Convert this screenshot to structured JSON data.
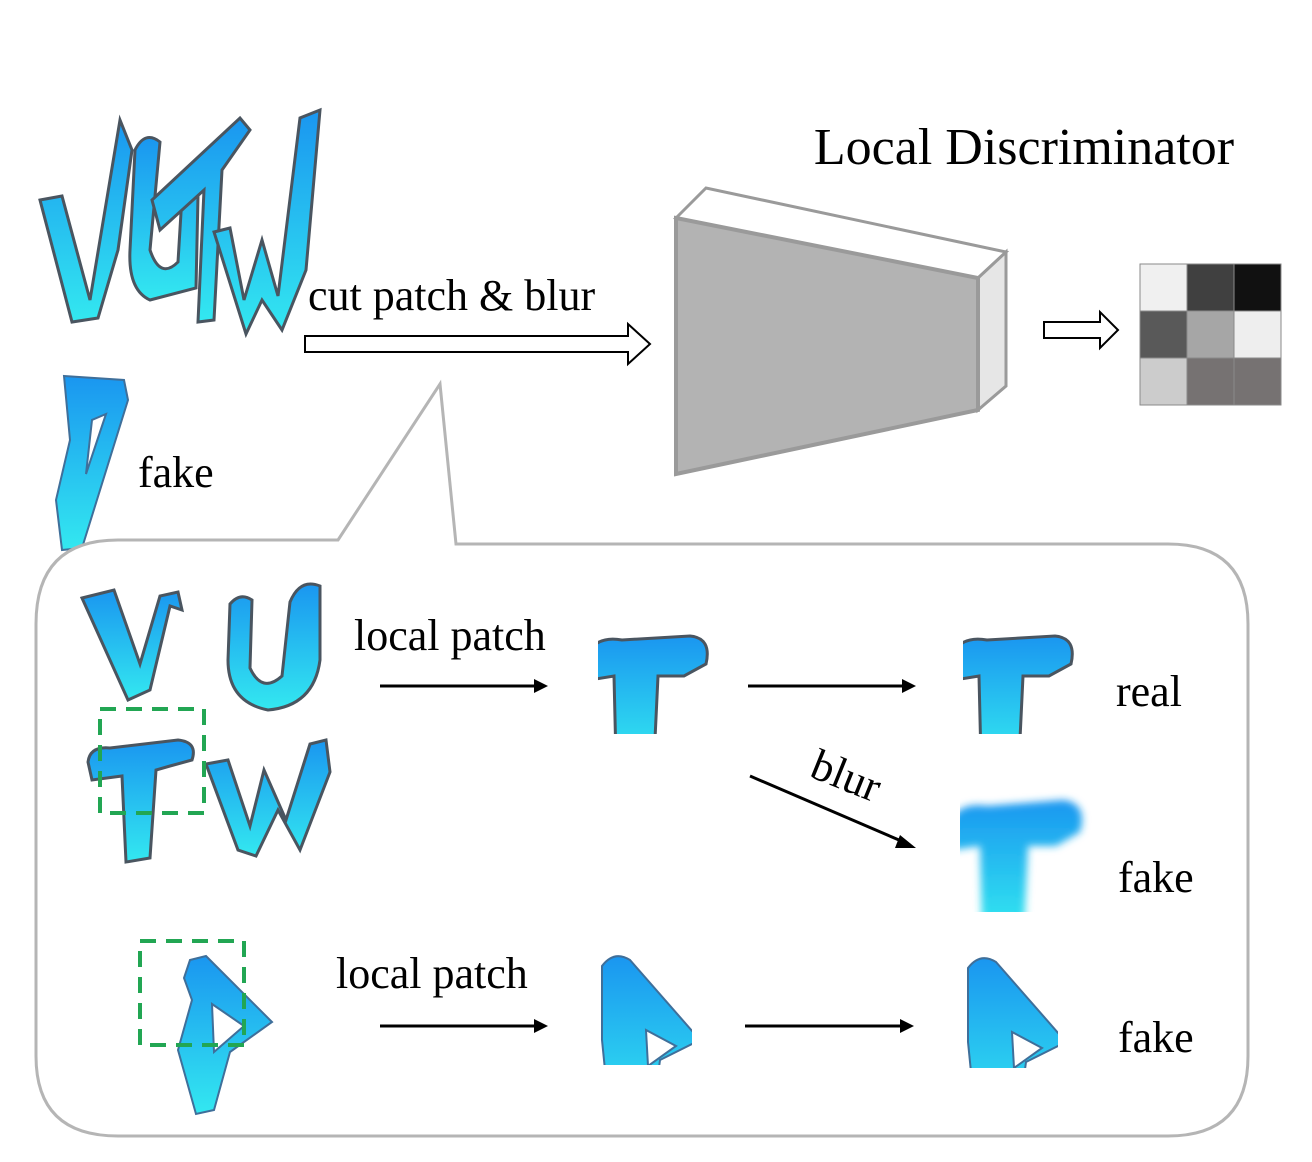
{
  "title": "Local Discriminator",
  "labels": {
    "top_arrow": "cut patch & blur",
    "fake_top": "fake",
    "local_patch_1": "local patch",
    "local_patch_2": "local patch",
    "real": "real",
    "blur": "blur",
    "fake_blur": "fake",
    "fake_bottom": "fake"
  },
  "colors": {
    "glyph_top": "#1a96f0",
    "glyph_bottom": "#33e8f0",
    "glyph_outline": "#4a5560",
    "dashed_box": "#22a653",
    "network_face": "#b3b3b3",
    "network_stroke": "#9a9a9a",
    "callout_border": "#b5b5b5"
  },
  "output_grid": [
    [
      "#f0f0f0",
      "#404040",
      "#111111"
    ],
    [
      "#595959",
      "#a6a6a6",
      "#eeeeee"
    ],
    [
      "#cccccc",
      "#767272",
      "#767272"
    ]
  ]
}
